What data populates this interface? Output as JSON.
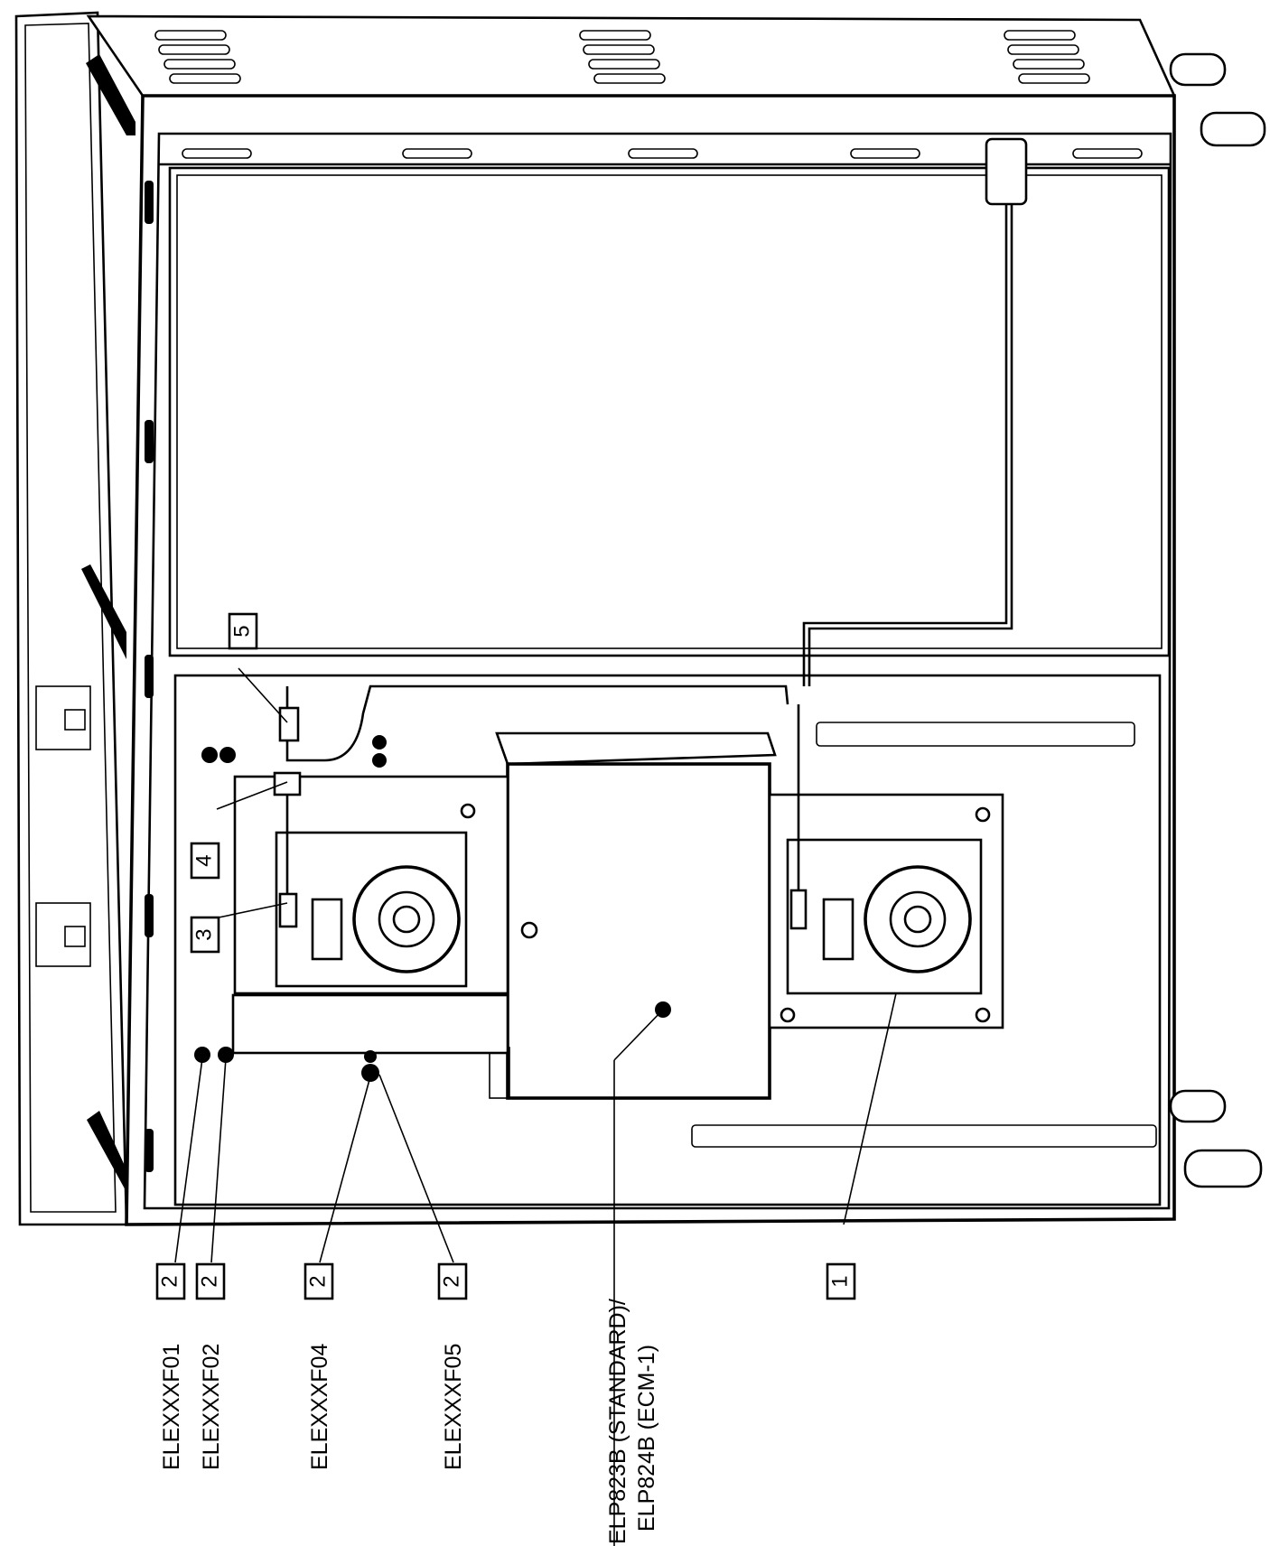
{
  "callouts": {
    "c1": "1",
    "c2": "2",
    "c3": "3",
    "c4": "4",
    "c5": "5"
  },
  "part_labels": {
    "f01": "ELEXXXF01",
    "f02": "ELEXXXF02",
    "f04": "ELEXXXF04",
    "f05": "ELEXXXF05",
    "board_line1": "ELP823B (STANDARD)/",
    "board_line2": "ELP824B (ECM-1)"
  }
}
